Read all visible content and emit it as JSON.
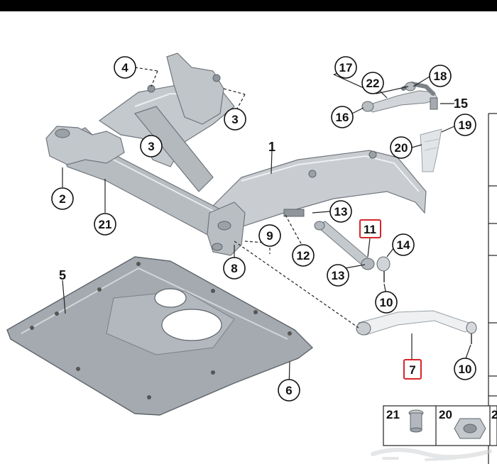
{
  "callouts": {
    "c1": "1",
    "c2": "2",
    "c3a": "3",
    "c3b": "3",
    "c4": "4",
    "c5": "5",
    "c6": "6",
    "c7": "7",
    "c8": "8",
    "c9": "9",
    "c10a": "10",
    "c10b": "10",
    "c11": "11",
    "c12": "12",
    "c13a": "13",
    "c13b": "13",
    "c14": "14",
    "c15": "15",
    "c16": "16",
    "c17": "17",
    "c18": "18",
    "c19": "19",
    "c20": "20",
    "c21": "21",
    "c22": "22"
  },
  "inset": {
    "cell_a": "21",
    "cell_b": "20",
    "cell_c": "2"
  },
  "colors": {
    "part_fill": "#c9cdd1",
    "part_shadow": "#8e959b",
    "plate_fill": "#9fa5aa",
    "highlight_box": "#d6262b",
    "watermark": "#d9d9d9"
  }
}
